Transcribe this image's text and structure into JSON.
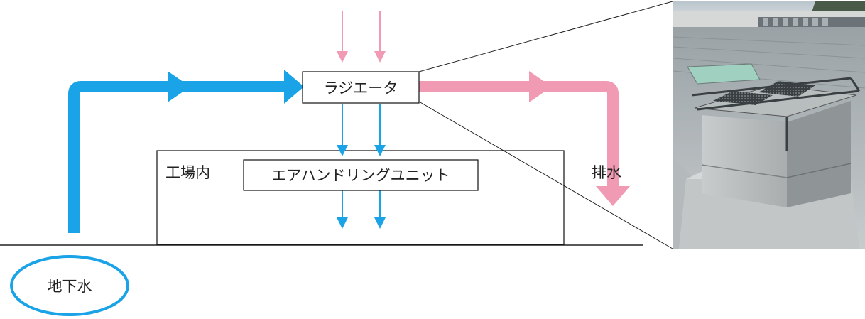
{
  "labels": {
    "radiator": "ラジエータ",
    "factory": "工場内",
    "ahu": "エアハンドリングユニット",
    "drain": "排水",
    "groundwater": "地下水"
  },
  "colors": {
    "cold_water": "#1aa3e6",
    "warm_water": "#f09ab3",
    "outline": "#111111"
  },
  "photo": {
    "description_icon": "radiator-photo"
  }
}
